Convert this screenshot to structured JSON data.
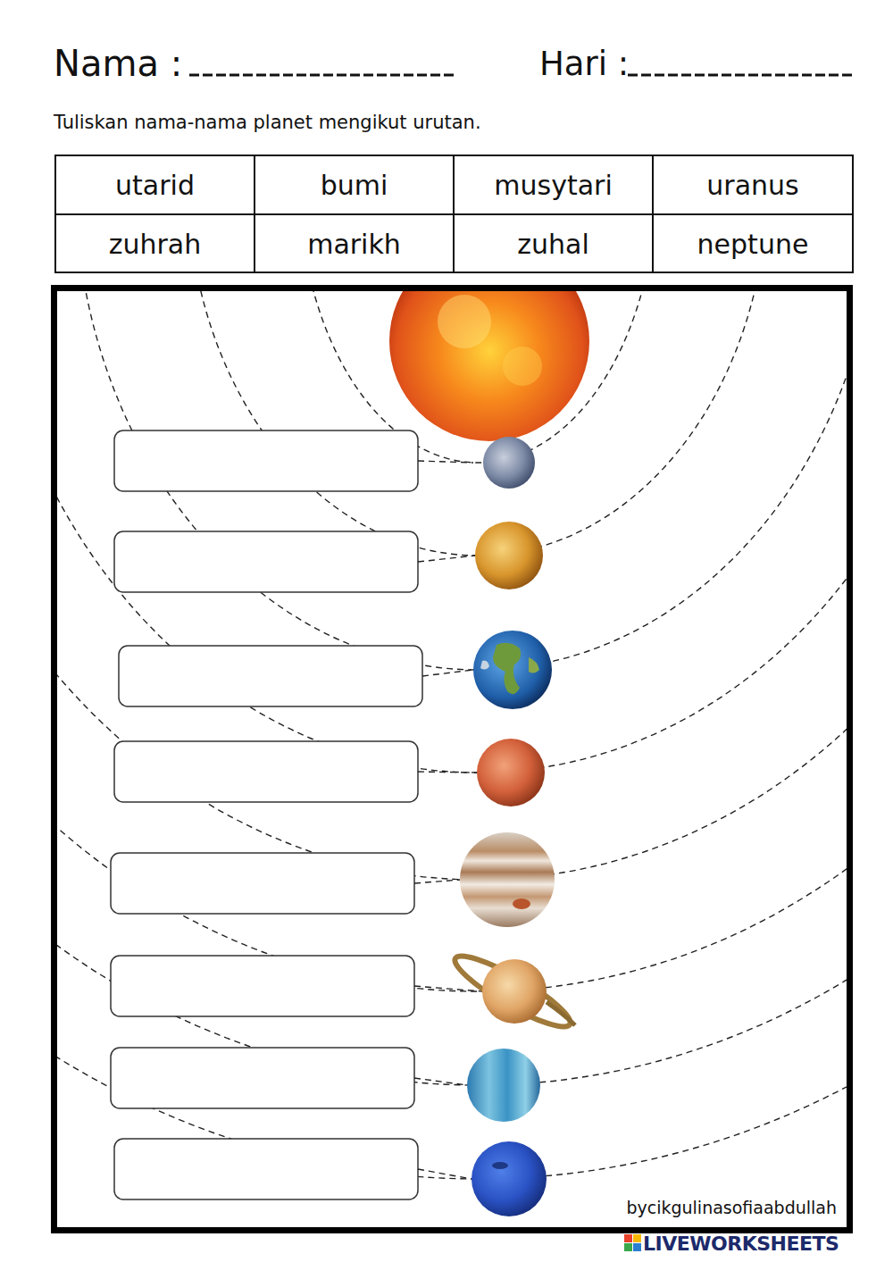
{
  "diagram": {
    "labels": [
      "Nama :",
      "Hari :",
      "Tuliskan nama-nama planet mengikut urutan.",
      "utarid",
      "bumi",
      "musytari",
      "uranus",
      "zuhrah",
      "marikh",
      "zuhal",
      "neptune",
      "bycikgulinasofiaabdullah",
      "LIVEWORKSHEETS"
    ]
  }
}
